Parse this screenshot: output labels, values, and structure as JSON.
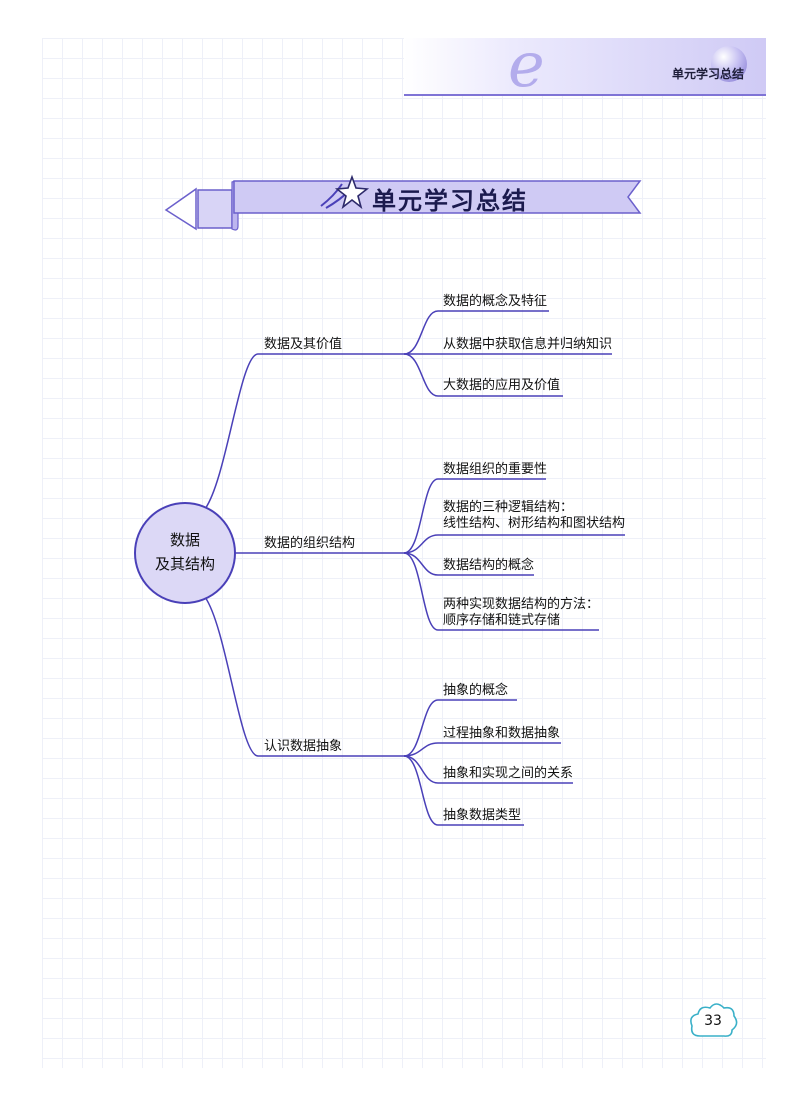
{
  "header": {
    "title": "单元学习总结"
  },
  "banner": {
    "title": "单元学习总结"
  },
  "mindmap": {
    "center": {
      "line1": "数据",
      "line2": "及其结构"
    },
    "branches": [
      {
        "label": "数据及其价值",
        "children": [
          "数据的概念及特征",
          "从数据中获取信息并归纳知识",
          "大数据的应用及价值"
        ]
      },
      {
        "label": "数据的组织结构",
        "children": [
          "数据组织的重要性",
          "数据的三种逻辑结构：线性结构、树形结构和图状结构",
          "数据结构的概念",
          "两种实现数据结构的方法：顺序存储和链式存储"
        ]
      },
      {
        "label": "认识数据抽象",
        "children": [
          "抽象的概念",
          "过程抽象和数据抽象",
          "抽象和实现之间的关系",
          "抽象数据类型"
        ]
      }
    ]
  },
  "display": {
    "b1c2_line1": "数据的三种逻辑结构：",
    "b1c2_line2": "线性结构、树形结构和图状结构",
    "b1c4_line1": "两种实现数据结构的方法：",
    "b1c4_line2": "顺序存储和链式存储"
  },
  "page": {
    "number": "33"
  },
  "colors": {
    "line": "#4a40b8",
    "banner_fill": "#cfcaf4",
    "banner_stroke": "#6b60cc",
    "center_fill": "#dcd8f6",
    "center_stroke": "#4a40b8"
  }
}
